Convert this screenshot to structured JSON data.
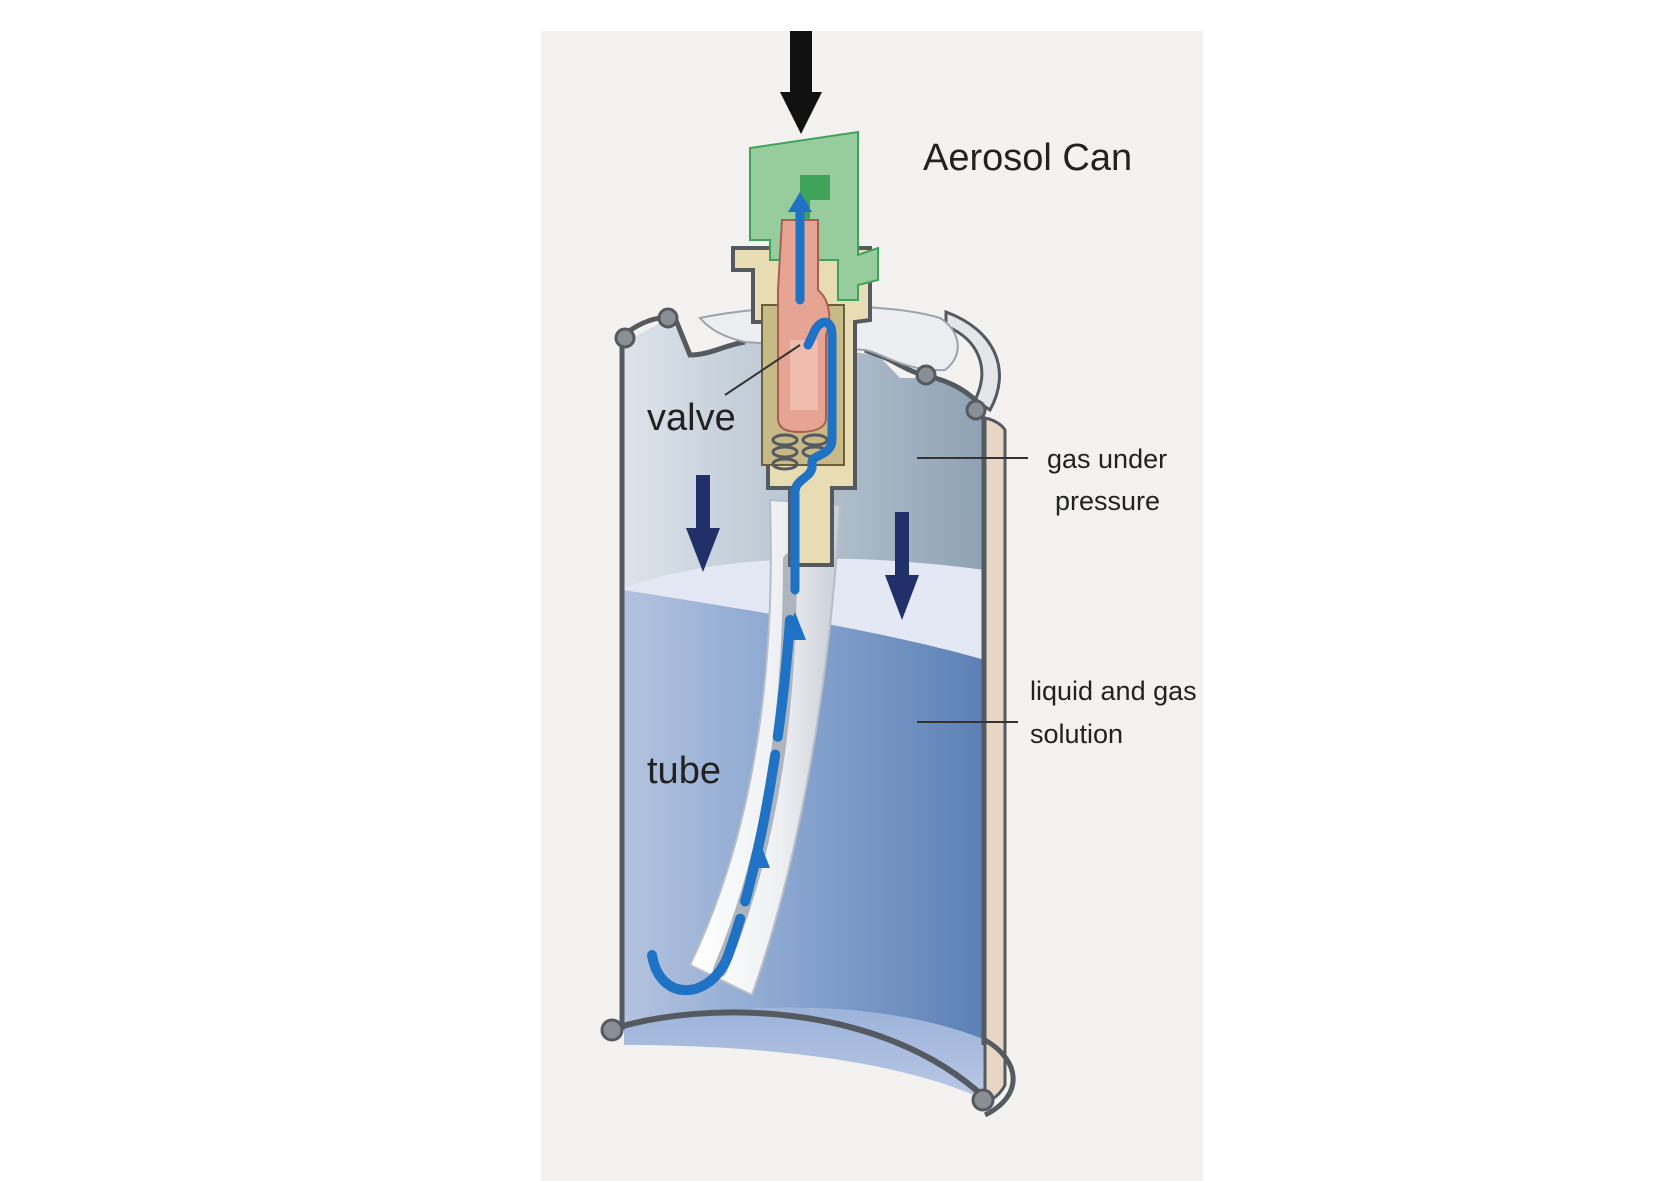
{
  "diagram": {
    "title": "Aerosol Can",
    "labels": {
      "valve": "valve",
      "tube": "tube",
      "gas_line1": "gas under",
      "gas_line2": "pressure",
      "liquid_line1": "liquid and gas",
      "liquid_line2": "solution"
    }
  },
  "colors": {
    "panel": "#f3f2f1",
    "can_outline": "#555a60",
    "gas": "#9fb0c0",
    "liquid_top": "#e4e8f4",
    "liquid": "#6f90c0",
    "liquid_dark": "#5a7db4",
    "flow_arrow": "#1f72c4",
    "pressure_arrow": "#22306a",
    "valve_housing": "#e8dcb4",
    "valve_stem": "#e6a494",
    "actuator": "#96cc9e",
    "actuator_dark": "#3fa35a",
    "tube": "#f2f3f5",
    "push_arrow": "#111111"
  }
}
